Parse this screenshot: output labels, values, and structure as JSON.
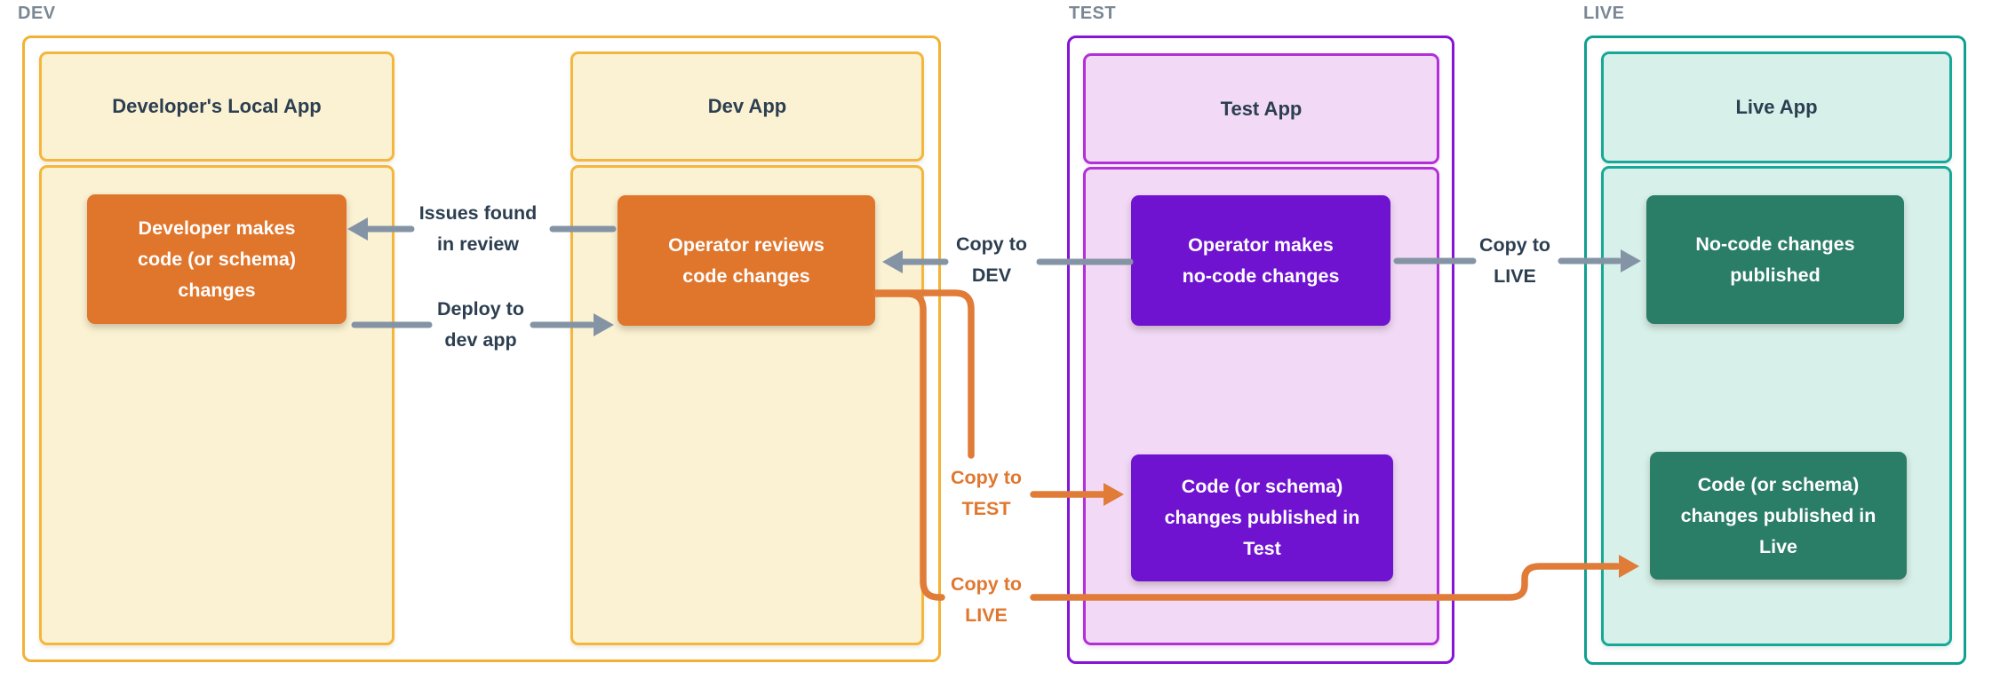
{
  "diagram": {
    "dev": {
      "section_label": "DEV",
      "local_app": {
        "title": "Developer's Local App",
        "node": "Developer makes\ncode (or schema)\nchanges"
      },
      "dev_app": {
        "title": "Dev App",
        "node": "Operator reviews\ncode changes"
      }
    },
    "test": {
      "section_label": "TEST",
      "app": {
        "title": "Test App",
        "node_top": "Operator makes\nno-code changes",
        "node_bottom": "Code (or schema)\nchanges published in\nTest"
      }
    },
    "live": {
      "section_label": "LIVE",
      "app": {
        "title": "Live App",
        "node_top": "No-code changes\npublished",
        "node_bottom": "Code (or schema)\nchanges published in\nLive"
      }
    },
    "arrow_labels": {
      "issues_found": "Issues found\nin review",
      "deploy_to_dev": "Deploy to\ndev app",
      "copy_to_dev": "Copy to\nDEV",
      "copy_to_live_top": "Copy to\nLIVE",
      "copy_to_test": "Copy to\nTEST",
      "copy_to_live_bottom": "Copy to\nLIVE"
    },
    "colors": {
      "yellow_border": "#F2B233",
      "yellow_fill": "#FBF2D3",
      "orange_node": "#E0752C",
      "orange_arrow": "#E07B38",
      "purple_border_outer": "#8514D6",
      "purple_border_inner": "#B32FD9",
      "pink_fill": "#F2DAF7",
      "purple_node": "#7013D1",
      "teal_border_outer": "#0FA090",
      "teal_border_inner": "#17A897",
      "teal_fill": "#D7F0EA",
      "teal_node": "#2A7D67",
      "gray_arrow": "#8494A5",
      "label_dark": "#2C3E50",
      "section_label_gray": "#7A8795"
    }
  }
}
